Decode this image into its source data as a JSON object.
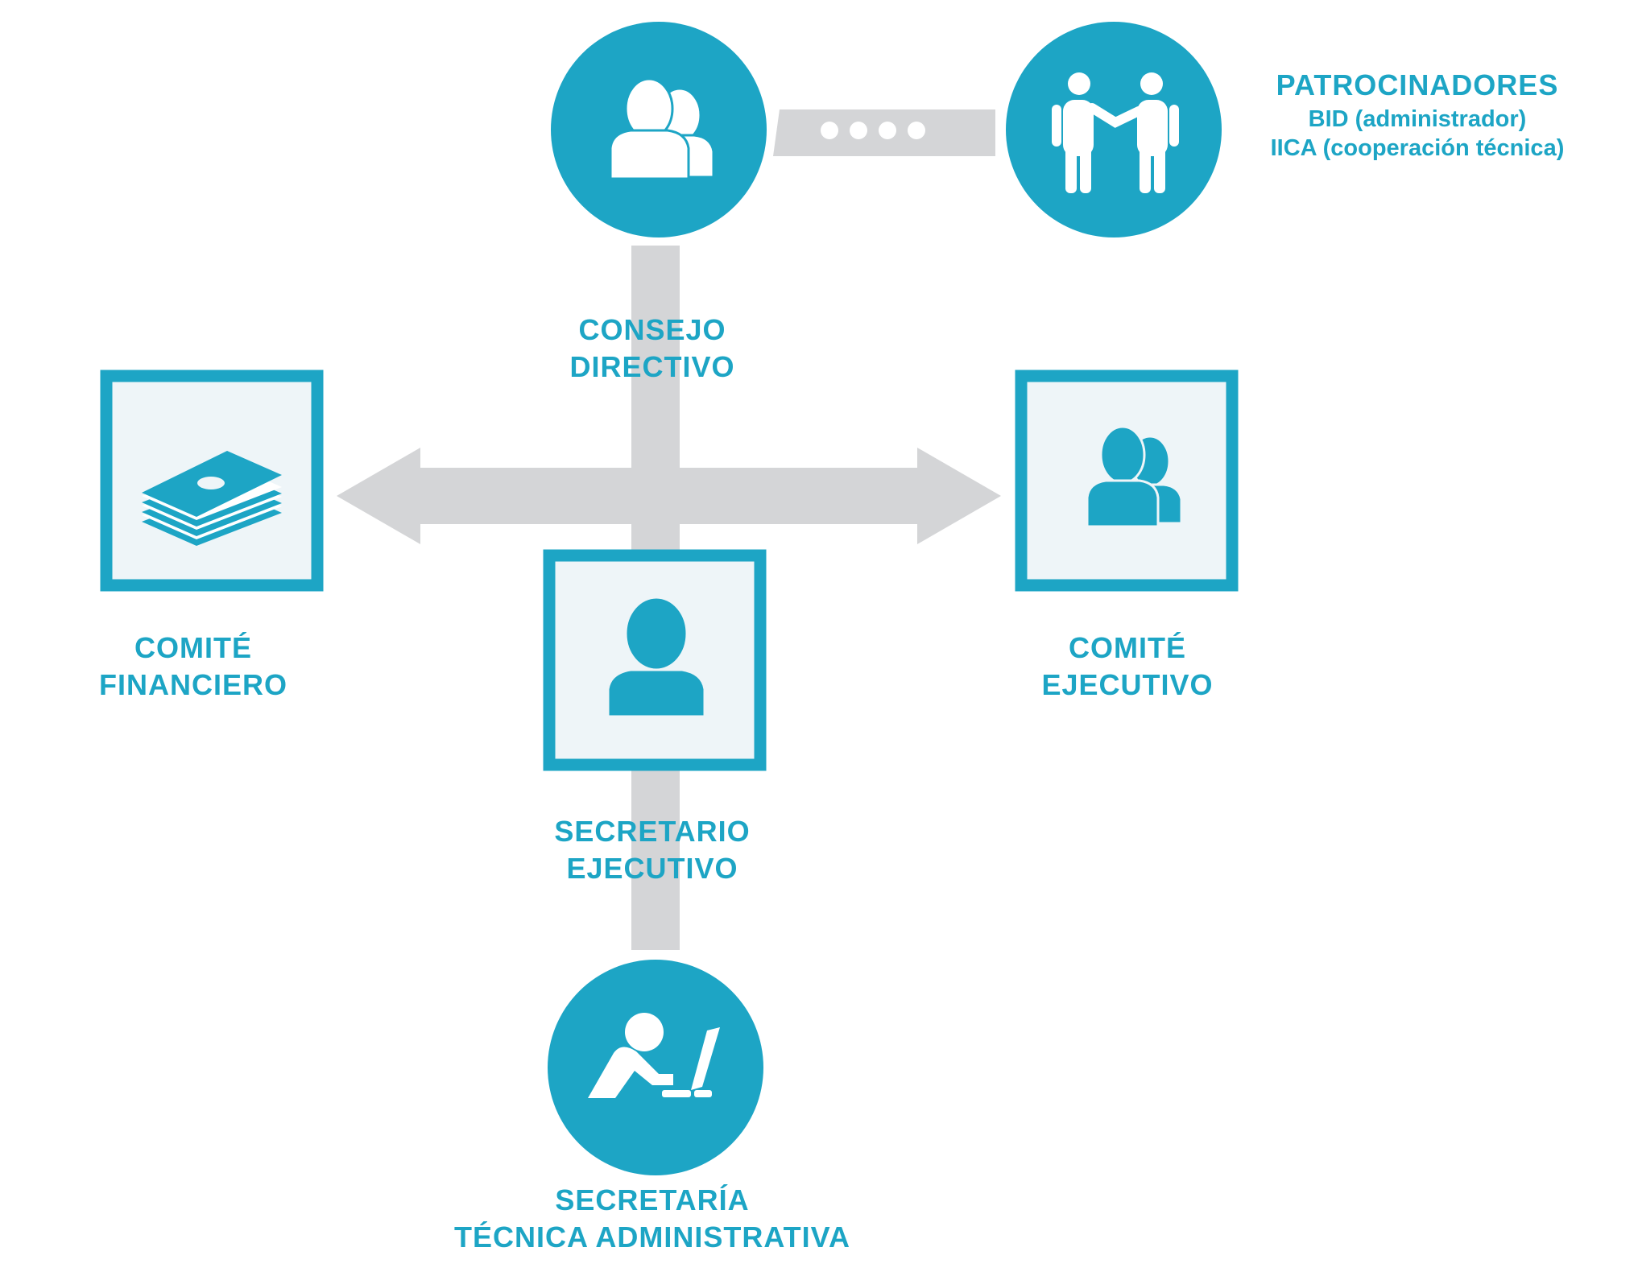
{
  "colors": {
    "accent": "#1da5c5",
    "connector": "#d4d5d7",
    "box_fill": "#eef5f8",
    "icon_white": "#ffffff"
  },
  "nodes": {
    "consejo": {
      "line1": "CONSEJO",
      "line2": "DIRECTIVO",
      "icon": "people-icon"
    },
    "patrocinadores": {
      "title": "PATROCINADORES",
      "lines": [
        "BID (administrador)",
        "IICA (cooperación técnica)"
      ],
      "icon": "handshake-icon"
    },
    "comite_financiero": {
      "line1": "COMITÉ",
      "line2": "FINANCIERO",
      "icon": "money-stack-icon"
    },
    "comite_ejecutivo": {
      "line1": "COMITÉ",
      "line2": "EJECUTIVO",
      "icon": "people-icon"
    },
    "secretario": {
      "line1": "SECRETARIO",
      "line2": "EJECUTIVO",
      "icon": "person-icon"
    },
    "secretaria": {
      "line1": "SECRETARÍA",
      "line2": "TÉCNICA ADMINISTRATIVA",
      "icon": "computer-user-icon"
    }
  }
}
